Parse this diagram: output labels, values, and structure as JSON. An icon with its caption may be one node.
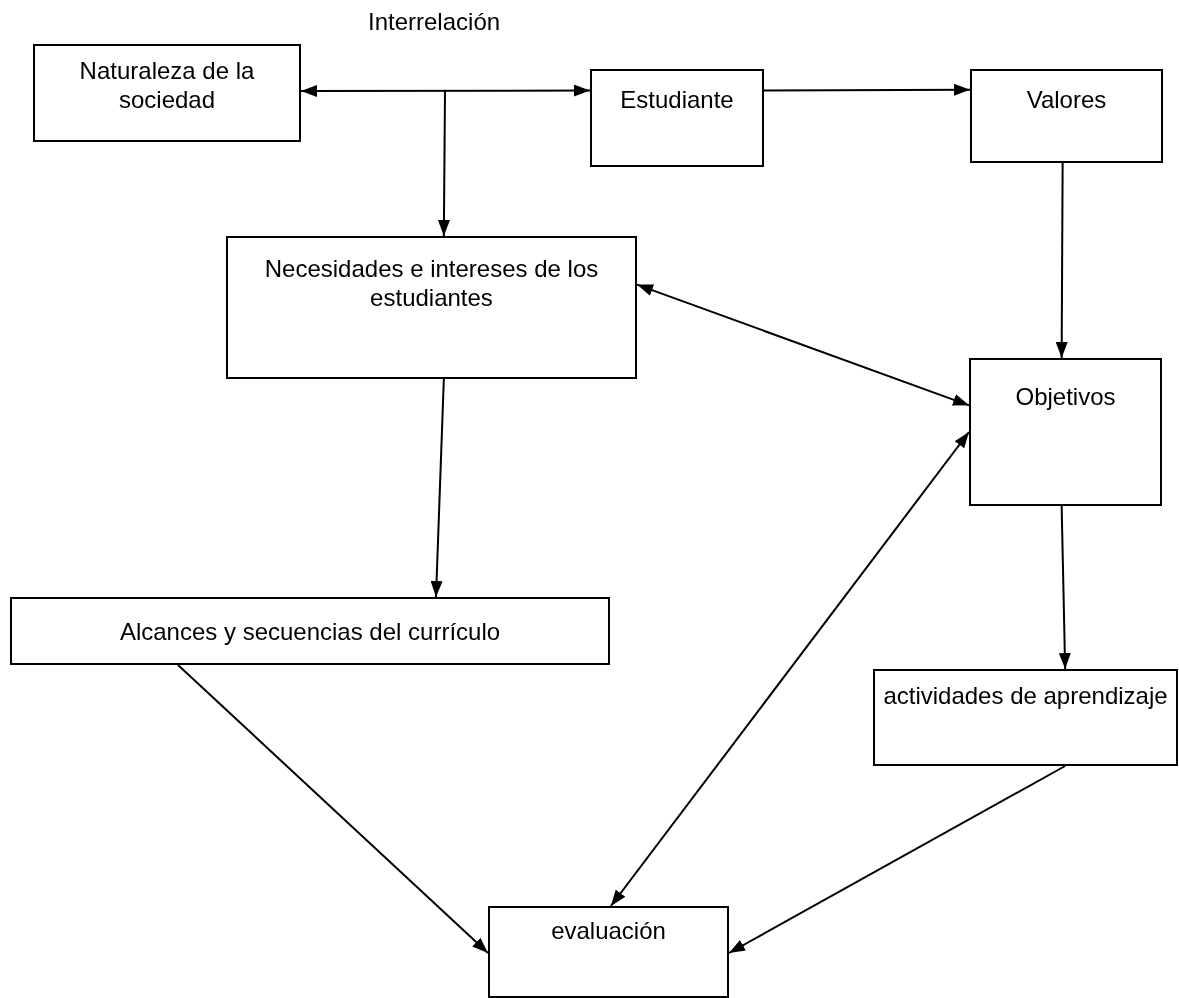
{
  "diagram": {
    "nodes": [
      {
        "text": [
          "Naturaleza de la sociedad"
        ]
      },
      {
        "text": [
          "Estudiante"
        ]
      },
      {
        "text": [
          "Valores"
        ]
      },
      {
        "text": [
          "Necesidades e intereses de los estudiantes"
        ]
      },
      {
        "text": [
          "Objetivos"
        ]
      },
      {
        "text": [
          "Alcances y secuencias del currículo"
        ]
      },
      {
        "text": [
          "actividades de aprendizaje"
        ]
      },
      {
        "text": [
          "evaluación"
        ]
      }
    ],
    "edges": [
      {
        "from": 0,
        "to": 1,
        "arrow": "both"
      },
      {
        "from": null,
        "to": 3,
        "arrow": "to"
      },
      {
        "from": 1,
        "to": 2,
        "arrow": "to"
      },
      {
        "from": 2,
        "to": 4,
        "arrow": "to"
      },
      {
        "from": 3,
        "to": 4,
        "arrow": "both"
      },
      {
        "from": 3,
        "to": 5,
        "arrow": "to"
      },
      {
        "from": 4,
        "to": 6,
        "arrow": "to"
      },
      {
        "from": 5,
        "to": 7,
        "arrow": "to"
      },
      {
        "from": 4,
        "to": 7,
        "arrow": "both"
      },
      {
        "from": 6,
        "to": 7,
        "arrow": "to"
      }
    ],
    "labels": [
      "Interrelación"
    ]
  }
}
